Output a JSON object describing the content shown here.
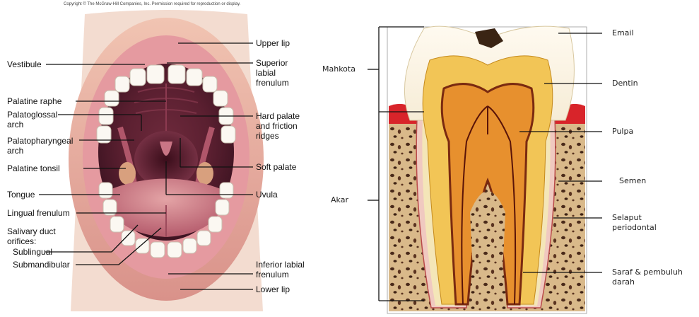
{
  "copyright": "Copyright © The McGraw-Hill Companies, Inc. Permission required for reproduction or display.",
  "mouth": {
    "left_labels": {
      "vestibule": "Vestibule",
      "palatine_raphe": "Palatine raphe",
      "palatoglossal_arch": "Palatoglossal\narch",
      "palatopharyngeal_arch": "Palatopharyngeal\narch",
      "palatine_tonsil": "Palatine tonsil",
      "tongue": "Tongue",
      "lingual_frenulum": "Lingual frenulum",
      "salivary_duct_orifices": "Salivary duct\norifices:",
      "sublingual": "Sublingual",
      "submandibular": "Submandibular"
    },
    "right_labels": {
      "upper_lip": "Upper lip",
      "superior_labial_frenulum": "Superior\nlabial\nfrenulum",
      "hard_palate": "Hard palate\nand friction\nridges",
      "soft_palate": "Soft palate",
      "uvula": "Uvula",
      "inferior_labial_frenulum": "Inferior labial\nfrenulum",
      "lower_lip": "Lower lip"
    }
  },
  "tooth": {
    "left_labels": {
      "mahkota": "Mahkota",
      "akar": "Akar"
    },
    "right_labels": {
      "email": "Email",
      "dentin": "Dentin",
      "pulpa": "Pulpa",
      "semen": "Semen",
      "selaput": "Selaput\nperiodontal",
      "saraf": "Saraf & pembuluh\ndarah"
    }
  }
}
